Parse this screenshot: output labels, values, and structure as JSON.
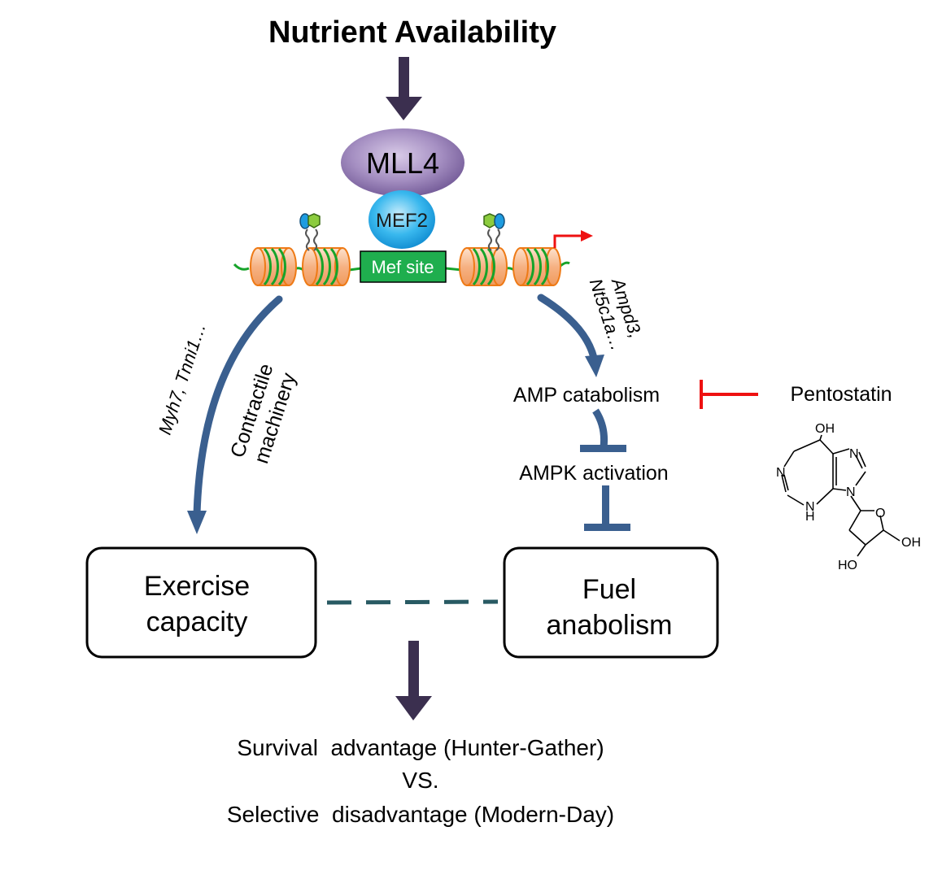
{
  "title": "Nutrient Availability",
  "nodes": {
    "mll4": "MLL4",
    "mef2": "MEF2",
    "mef_site": "Mef site",
    "amp_catabolism": "AMP catabolism",
    "ampk_activation": "AMPK activation",
    "pentostatin": "Pentostatin",
    "exercise_capacity": [
      "Exercise",
      "capacity"
    ],
    "fuel_anabolism": [
      "Fuel",
      "anabolism"
    ]
  },
  "edge_labels": {
    "left_genes": "Myh7, Tnni1…",
    "left_function": [
      "Contractile",
      "machinery"
    ],
    "right_genes": [
      "Ampd3,",
      "Nt5c1a…"
    ]
  },
  "molecule_labels": {
    "oh_top": "OH",
    "n_ring_top": "N",
    "n_left": "N",
    "n_imidazole": "N",
    "nh": "N",
    "h": "H",
    "o_ring": "O",
    "oh_right": "OH",
    "ho_bottom": "HO"
  },
  "outcome": [
    "Survival  advantage (Hunter-Gather)",
    "VS.",
    "Selective  disadvantage (Modern-Day)"
  ],
  "colors": {
    "arrow_dark": "#3b2f4f",
    "pathway_blue": "#3a5f8f",
    "inhibitor_red": "#ee1111",
    "mll4_purple": "#8d72ae",
    "mef2_blue": "#1fa8e6",
    "mef_site_green": "#1fae4e",
    "nucleosome_orange": "#f7b88a",
    "dna_green": "#17a32a",
    "dashed_teal": "#285a63"
  }
}
